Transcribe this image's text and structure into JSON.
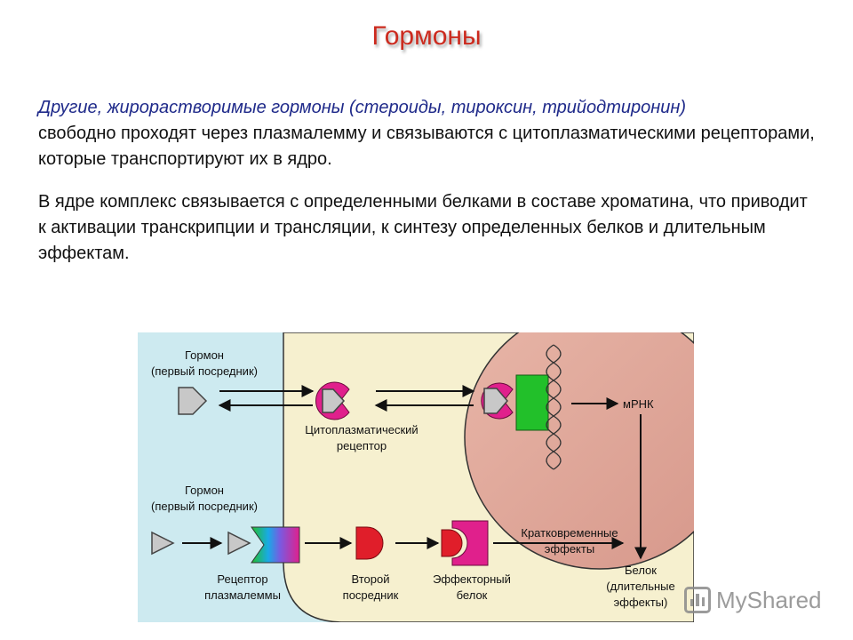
{
  "slide": {
    "title": "Гормоны",
    "para1_italic": "Другие, жирорастворимые гормоны (стероиды, тироксин, трийодтиронин)",
    "para1_rest": "свободно проходят через плазмалемму и связываются с цитоплазматическими рецепторами, которые транспортируют их в ядро.",
    "para2": "В ядре комплекс связывается с определенными белками в составе хроматина, что приводит к активации транскрипции и трансляции, к синтезу определенных белков и длительным эффектам."
  },
  "diagram": {
    "hormone1_line1": "Гормон",
    "hormone1_line2": "(первый посредник)",
    "cyto_receptor_line1": "Цитоплазматический",
    "cyto_receptor_line2": "рецептор",
    "mrna": "мРНК",
    "hormone2_line1": "Гормон",
    "hormone2_line2": "(первый посредник)",
    "membrane_receptor_line1": "Рецептор",
    "membrane_receptor_line2": "плазмалеммы",
    "second_messenger_line1": "Второй",
    "second_messenger_line2": "посредник",
    "effector_line1": "Эффекторный",
    "effector_line2": "белок",
    "short_effects_line1": "Кратковременные",
    "short_effects_line2": "эффекты",
    "protein_line1": "Белок",
    "protein_line2": "(длительные",
    "protein_line3": "эффекты)"
  },
  "colors": {
    "title": "#cc2a1e",
    "italic_text": "#1f2a8a",
    "extracellular": "#cdeaf0",
    "cytoplasm": "#f6f0cf",
    "nucleus": "#e0a79a",
    "receptor_magenta": "#e0208c",
    "nuclear_receptor_green": "#22c02a",
    "second_messenger_red": "#e01e2a"
  },
  "watermark": {
    "text": "MyShared"
  }
}
